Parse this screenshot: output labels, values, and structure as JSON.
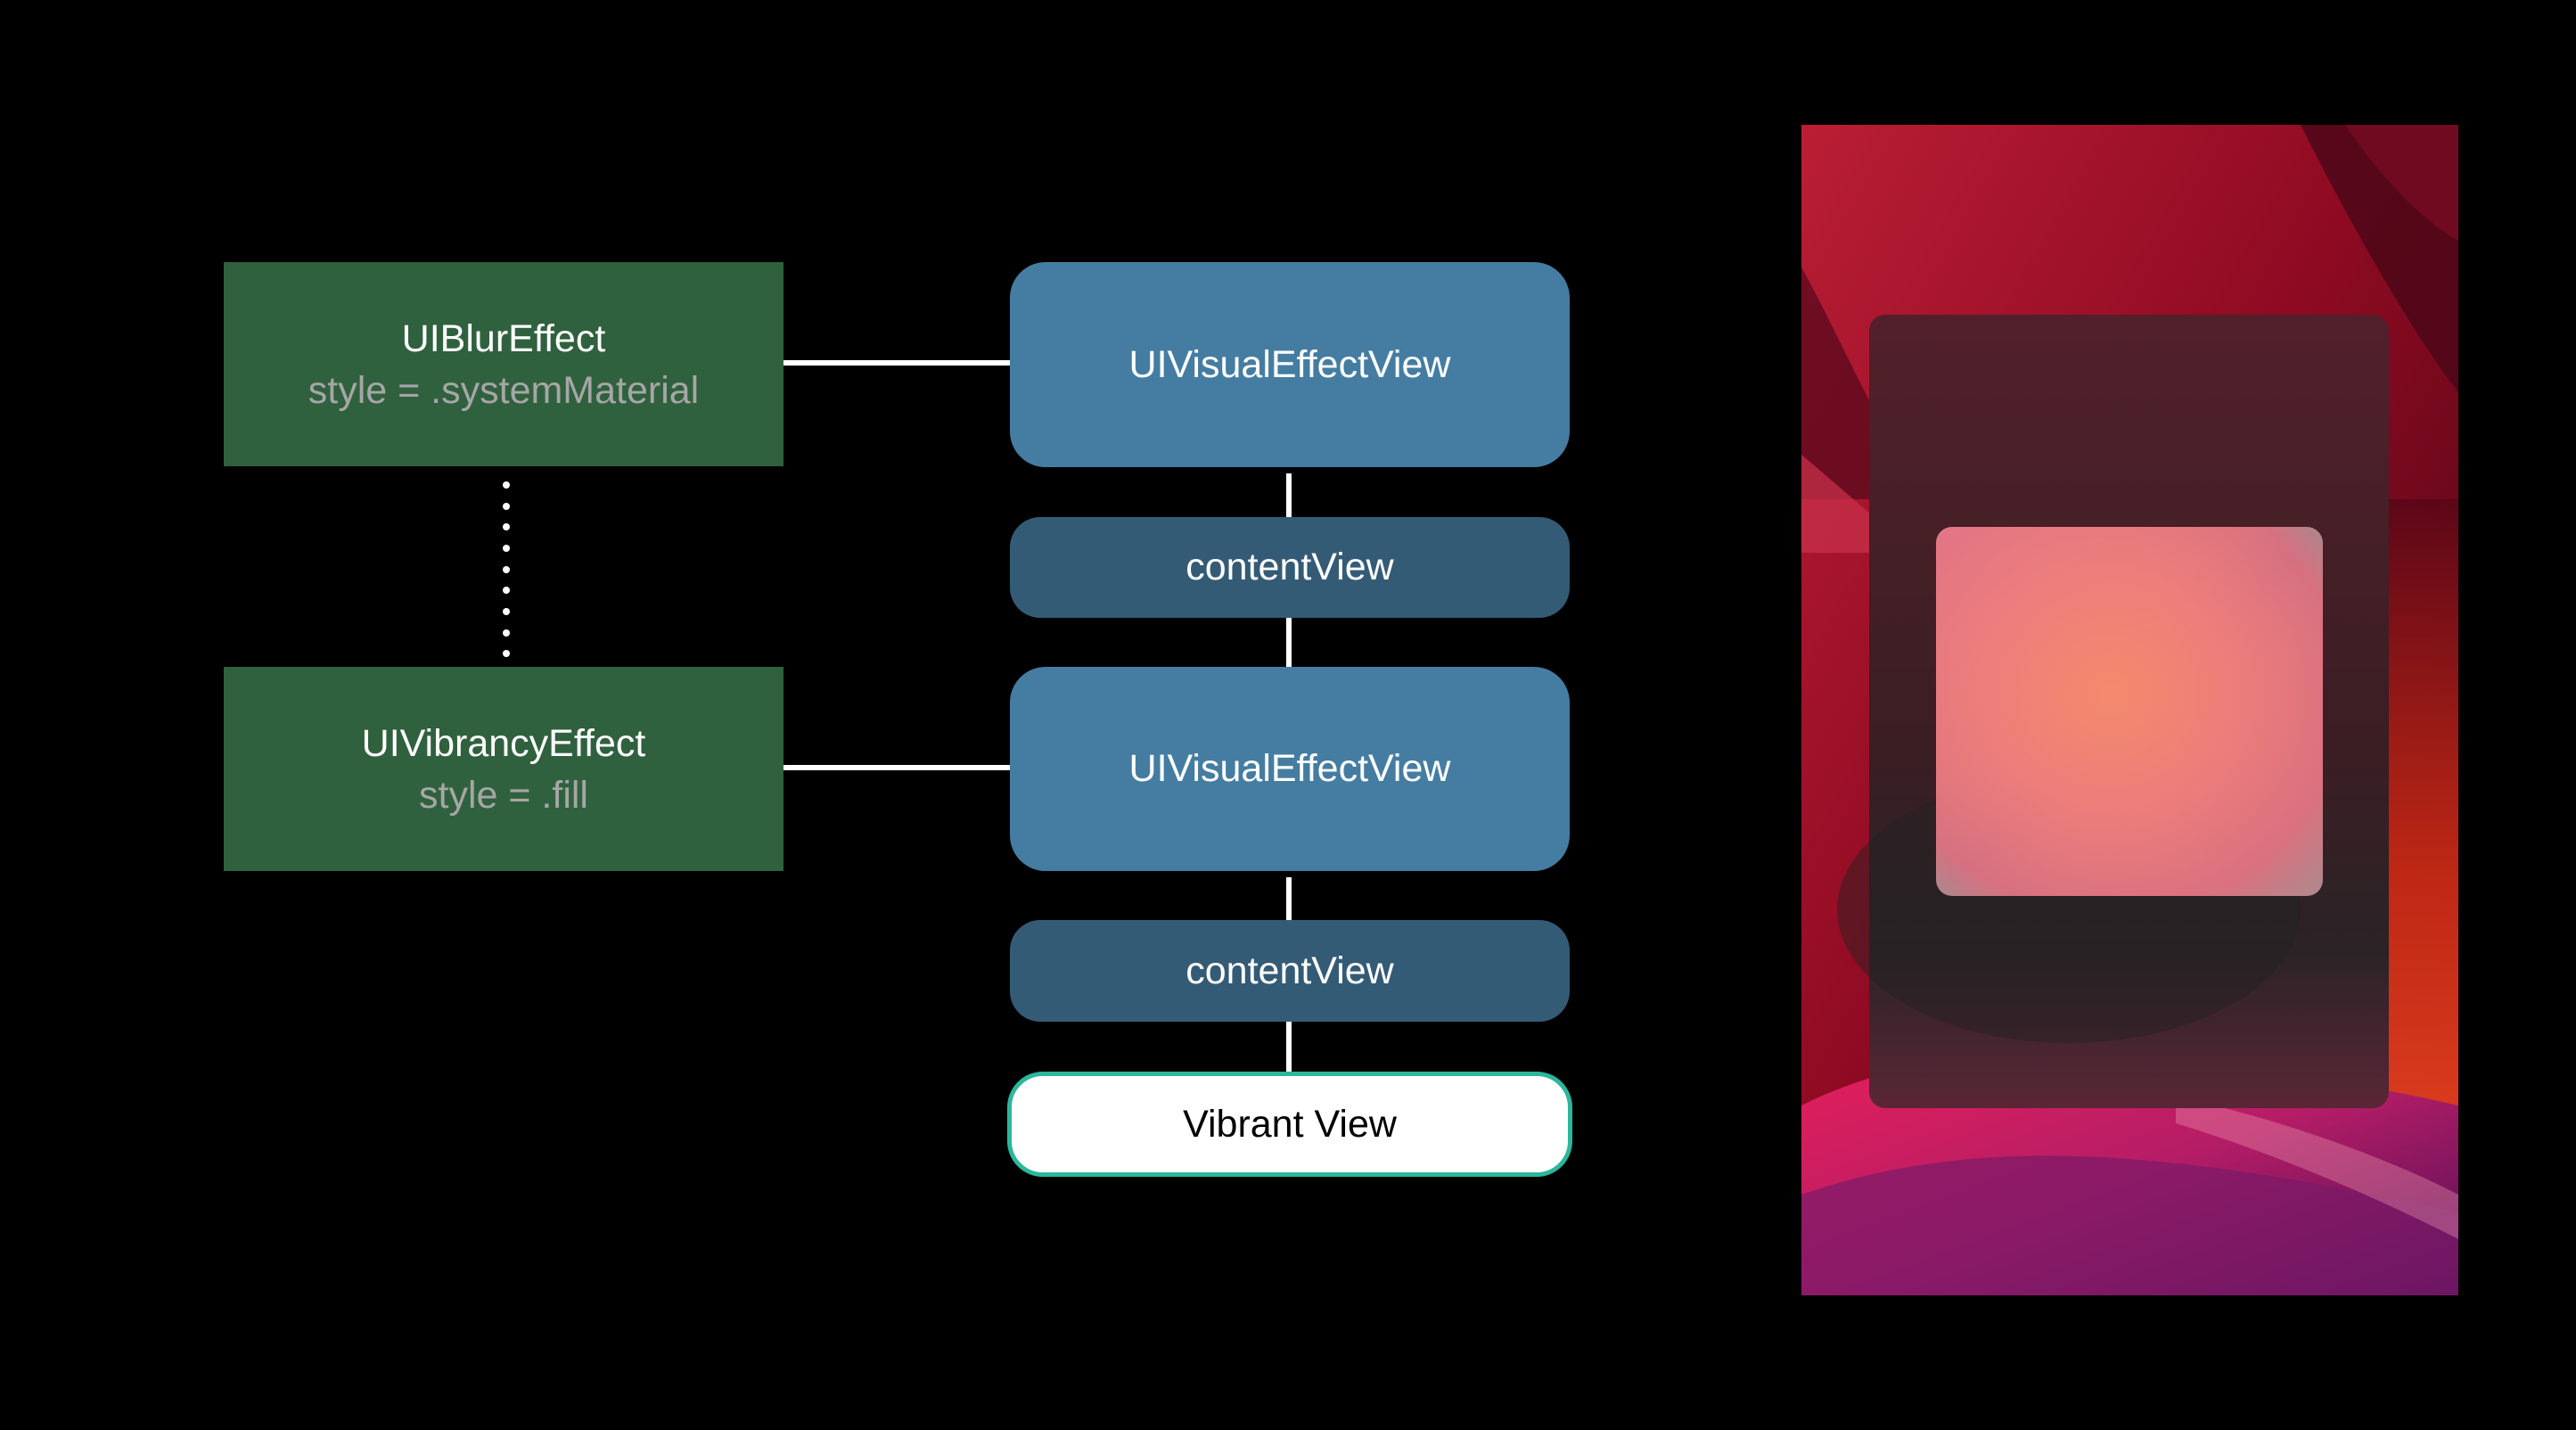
{
  "diagram": {
    "effects": [
      {
        "title": "UIBlurEffect",
        "subtitle": "style = .systemMaterial"
      },
      {
        "title": "UIVibrancyEffect",
        "subtitle": "style = .fill"
      }
    ],
    "views": [
      {
        "label": "UIVisualEffectView"
      },
      {
        "label": "contentView"
      },
      {
        "label": "UIVisualEffectView"
      },
      {
        "label": "contentView"
      },
      {
        "label": "Vibrant View"
      }
    ]
  },
  "colors": {
    "background": "#000000",
    "effect_box": "#30613e",
    "effect_subtitle": "#a6a6a6",
    "visual_effect_view": "#457da2",
    "content_view": "#345b76",
    "vibrant_view_fill": "#ffffff",
    "vibrant_view_border": "#2bb79b",
    "connector": "#ffffff"
  },
  "preview": {
    "icon": "blurred-wallpaper-preview"
  }
}
